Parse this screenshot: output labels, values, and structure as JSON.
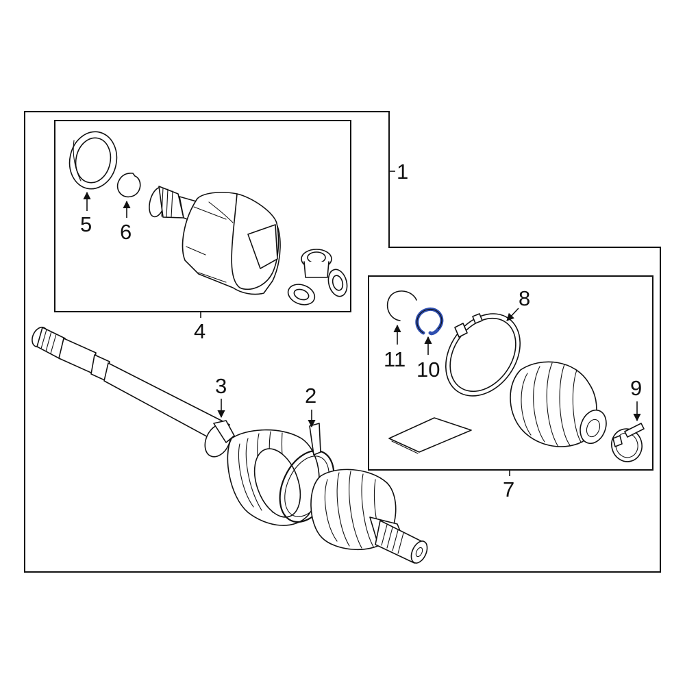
{
  "diagram": {
    "callouts": {
      "c1": "1",
      "c2": "2",
      "c3": "3",
      "c4": "4",
      "c5": "5",
      "c6": "6",
      "c7": "7",
      "c8": "8",
      "c9": "9",
      "c10": "10",
      "c11": "11"
    },
    "colors": {
      "line": "#111111",
      "background": "#ffffff",
      "highlight_part": "#2f4fb0"
    },
    "highlighted_part": "10"
  }
}
